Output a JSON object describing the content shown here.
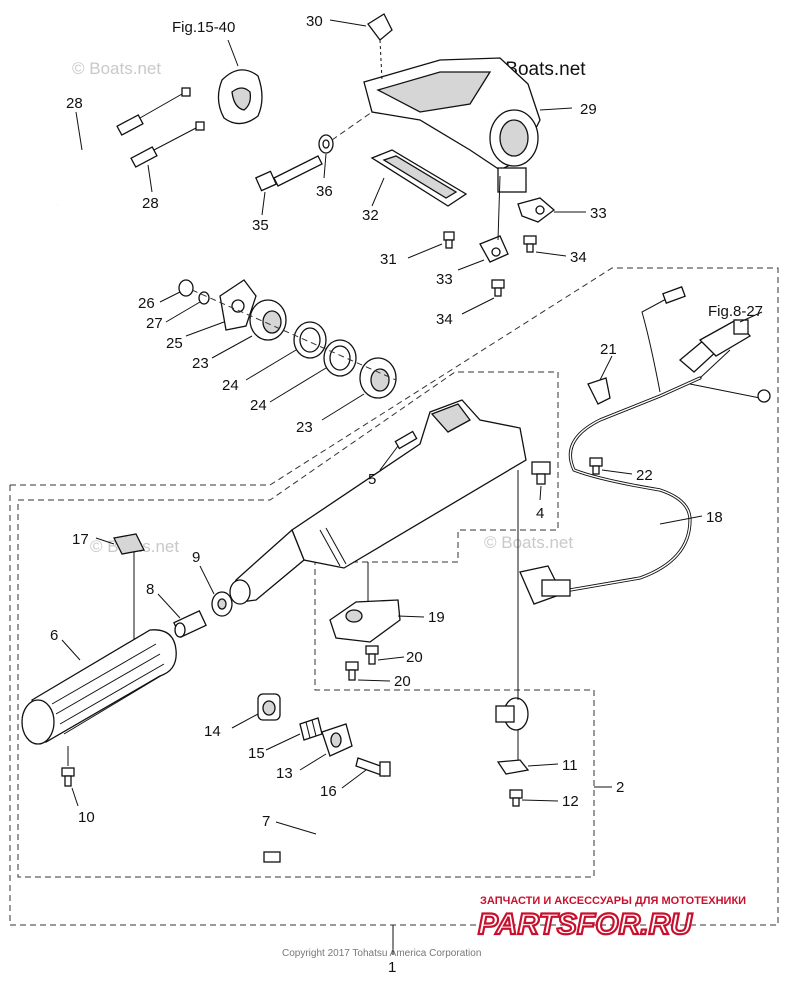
{
  "refs": {
    "fig15": "Fig.15-40",
    "fig8": "Fig.8-27"
  },
  "watermarks": {
    "boats_top_left": "© Boats.net",
    "boats_top_right": "© Boats.net",
    "boats_mid_left": "© Boats.net",
    "boats_mid_right": "© Boats.net"
  },
  "footer": {
    "copyright": "Copyright 2017 Tohatsu America Corporation",
    "brand_tagline": "ЗАПЧАСТИ И АКСЕССУАРЫ ДЛЯ МОТОТЕХНИКИ",
    "brand_name": "PARTSFOR.RU"
  },
  "callouts": {
    "c1": "1",
    "c2": "2",
    "c4": "4",
    "c5": "5",
    "c6": "6",
    "c7": "7",
    "c8": "8",
    "c9": "9",
    "c10": "10",
    "c11": "11",
    "c12": "12",
    "c13": "13",
    "c14": "14",
    "c15": "15",
    "c16": "16",
    "c17": "17",
    "c18": "18",
    "c19": "19",
    "c20a": "20",
    "c20b": "20",
    "c21": "21",
    "c22": "22",
    "c23a": "23",
    "c23b": "23",
    "c24a": "24",
    "c24b": "24",
    "c25": "25",
    "c26": "26",
    "c27": "27",
    "c28a": "28",
    "c28b": "28",
    "c29": "29",
    "c30": "30",
    "c31": "31",
    "c32": "32",
    "c33a": "33",
    "c33b": "33",
    "c34a": "34",
    "c34b": "34",
    "c35": "35",
    "c36": "36"
  }
}
